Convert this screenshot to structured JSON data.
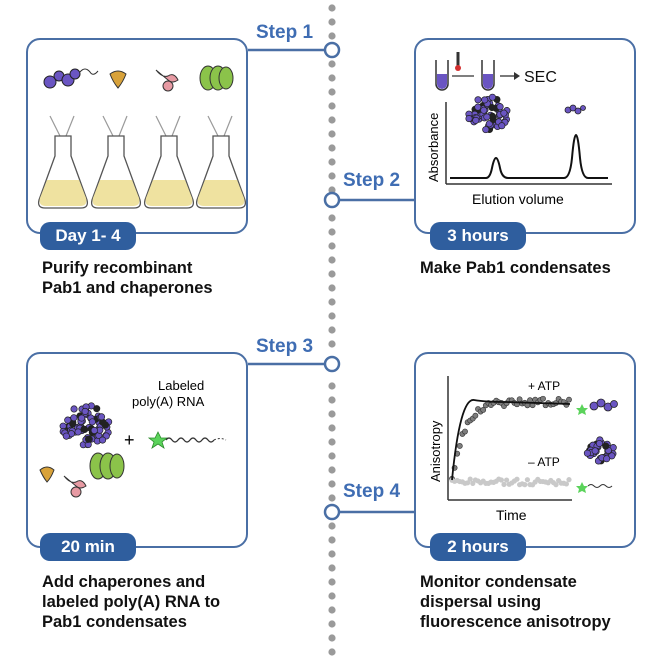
{
  "steps": [
    "Step 1",
    "Step 2",
    "Step 3",
    "Step 4"
  ],
  "panels": {
    "p1": {
      "tab": "Day 1- 4",
      "desc_lines": [
        "Purify recombinant",
        "Pab1 and chaperones"
      ]
    },
    "p2": {
      "tab": "3 hours",
      "desc_lines": [
        "Make Pab1 condensates"
      ],
      "sec_label": "SEC",
      "ylabel": "Absorbance",
      "xlabel": "Elution volume"
    },
    "p3": {
      "tab": "20 min",
      "desc_lines": [
        "Add chaperones and",
        "labeled poly(A) RNA to",
        "Pab1 condensates"
      ],
      "rna_label_1": "Labeled",
      "rna_label_2": "poly(A) RNA",
      "plus": "+"
    },
    "p4": {
      "tab": "2 hours",
      "desc_lines": [
        "Monitor condensate",
        "dispersal using",
        "fluorescence anisotropy"
      ],
      "ylabel": "Anisotropy",
      "xlabel": "Time",
      "plus_atp": "+ ATP",
      "minus_atp": "– ATP"
    }
  },
  "colors": {
    "accent": "#3f6db3",
    "tab": "#2f5e9e",
    "protein": "#6a55c2",
    "culture": "#efe2a0"
  }
}
